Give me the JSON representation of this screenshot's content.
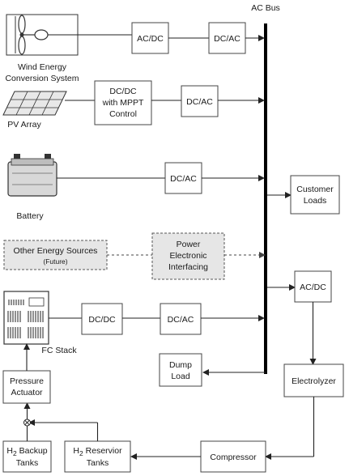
{
  "bus": {
    "label": "AC Bus"
  },
  "wind": {
    "label_line1": "Wind Energy",
    "label_line2": "Conversion System",
    "acdc": "AC/DC",
    "dcac": "DC/AC"
  },
  "pv": {
    "label": "PV Array",
    "dcdc_line1": "DC/DC",
    "dcdc_line2": "with MPPT",
    "dcdc_line3": "Control",
    "dcac": "DC/AC"
  },
  "battery": {
    "label": "Battery",
    "dcac": "DC/AC"
  },
  "customer_loads": {
    "line1": "Customer",
    "line2": "Loads"
  },
  "other": {
    "line1": "Other Energy Sources",
    "line2": "(Future)",
    "pei_line1": "Power",
    "pei_line2": "Electronic",
    "pei_line3": "Interfacing"
  },
  "fc": {
    "label": "FC Stack",
    "dcdc": "DC/DC",
    "dcac": "DC/AC"
  },
  "right_acdc": "AC/DC",
  "dump_load": {
    "line1": "Dump",
    "line2": "Load"
  },
  "electrolyzer": "Electrolyzer",
  "pressure_actuator": {
    "line1": "Pressure",
    "line2": "Actuator"
  },
  "h2_backup": {
    "h": "H",
    "sub": "2",
    "rest": " Backup",
    "line2": "Tanks"
  },
  "h2_reservoir": {
    "h": "H",
    "sub": "2",
    "rest": " Reservior",
    "line2": "Tanks"
  },
  "compressor": "Compressor"
}
